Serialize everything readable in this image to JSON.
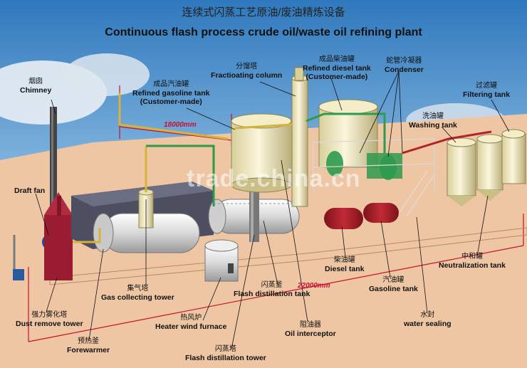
{
  "title_cn": "连续式闪蒸工艺原油/废油精炼设备",
  "title_en": "Continuous flash process crude oil/waste oil refining plant",
  "watermark": "trade.china.cn",
  "dimensions": {
    "width_label": "18000mm",
    "length_label": "22000mm"
  },
  "colors": {
    "sky": "#3d86c8",
    "ground": "#eec6a4",
    "tank_red": "#b3202a",
    "tank_cream": "#efe8bf",
    "pipe_green": "#2e9a4c",
    "dim_line": "#c8102e"
  },
  "labels": {
    "chimney": {
      "cn": "烟囱",
      "en": "Chimney"
    },
    "gasoline_tank": {
      "cn": "成品汽油罐",
      "en": "Refined gasoline tank",
      "en2": "(Customer-made)"
    },
    "fractionating_column": {
      "cn": "分馏塔",
      "en": "Fractioating column"
    },
    "diesel_tank_refined": {
      "cn": "成品柴油罐",
      "en": "Refined diesel tank",
      "en2": "(Customer-made)"
    },
    "condenser": {
      "cn": "蛇管冷凝器",
      "en": "Condenser"
    },
    "filtering_tank": {
      "cn": "过滤罐",
      "en": "Filtering tank"
    },
    "washing_tank": {
      "cn": "洗油罐",
      "en": "Washing tank"
    },
    "draft_fan": {
      "en": "Draft fan"
    },
    "gas_collecting_tower": {
      "cn": "集气塔",
      "en": "Gas collecting tower"
    },
    "flash_distillation_tank": {
      "cn": "闪蒸釜",
      "en": "Flash distillation tank"
    },
    "diesel_tank": {
      "cn": "柴油罐",
      "en": "Diesel tank"
    },
    "gasoline_tank_small": {
      "cn": "汽油罐",
      "en": "Gasoline tank"
    },
    "neutralization_tank": {
      "cn": "中和罐",
      "en": "Neutralization tank"
    },
    "dust_remove_tower": {
      "cn": "强力雾化塔",
      "en": "Dust remove tower"
    },
    "heater_wind_furnace": {
      "cn": "热风炉",
      "en": "Heater wind furnace"
    },
    "oil_interceptor": {
      "cn": "阻油器",
      "en": "Oil interceptor"
    },
    "water_sealing": {
      "cn": "水封",
      "en": "water sealing"
    },
    "forewarmer": {
      "cn": "预热釜",
      "en": "Forewarmer"
    },
    "flash_distillation_tower": {
      "cn": "闪蒸塔",
      "en": "Flash distillation tower"
    }
  }
}
